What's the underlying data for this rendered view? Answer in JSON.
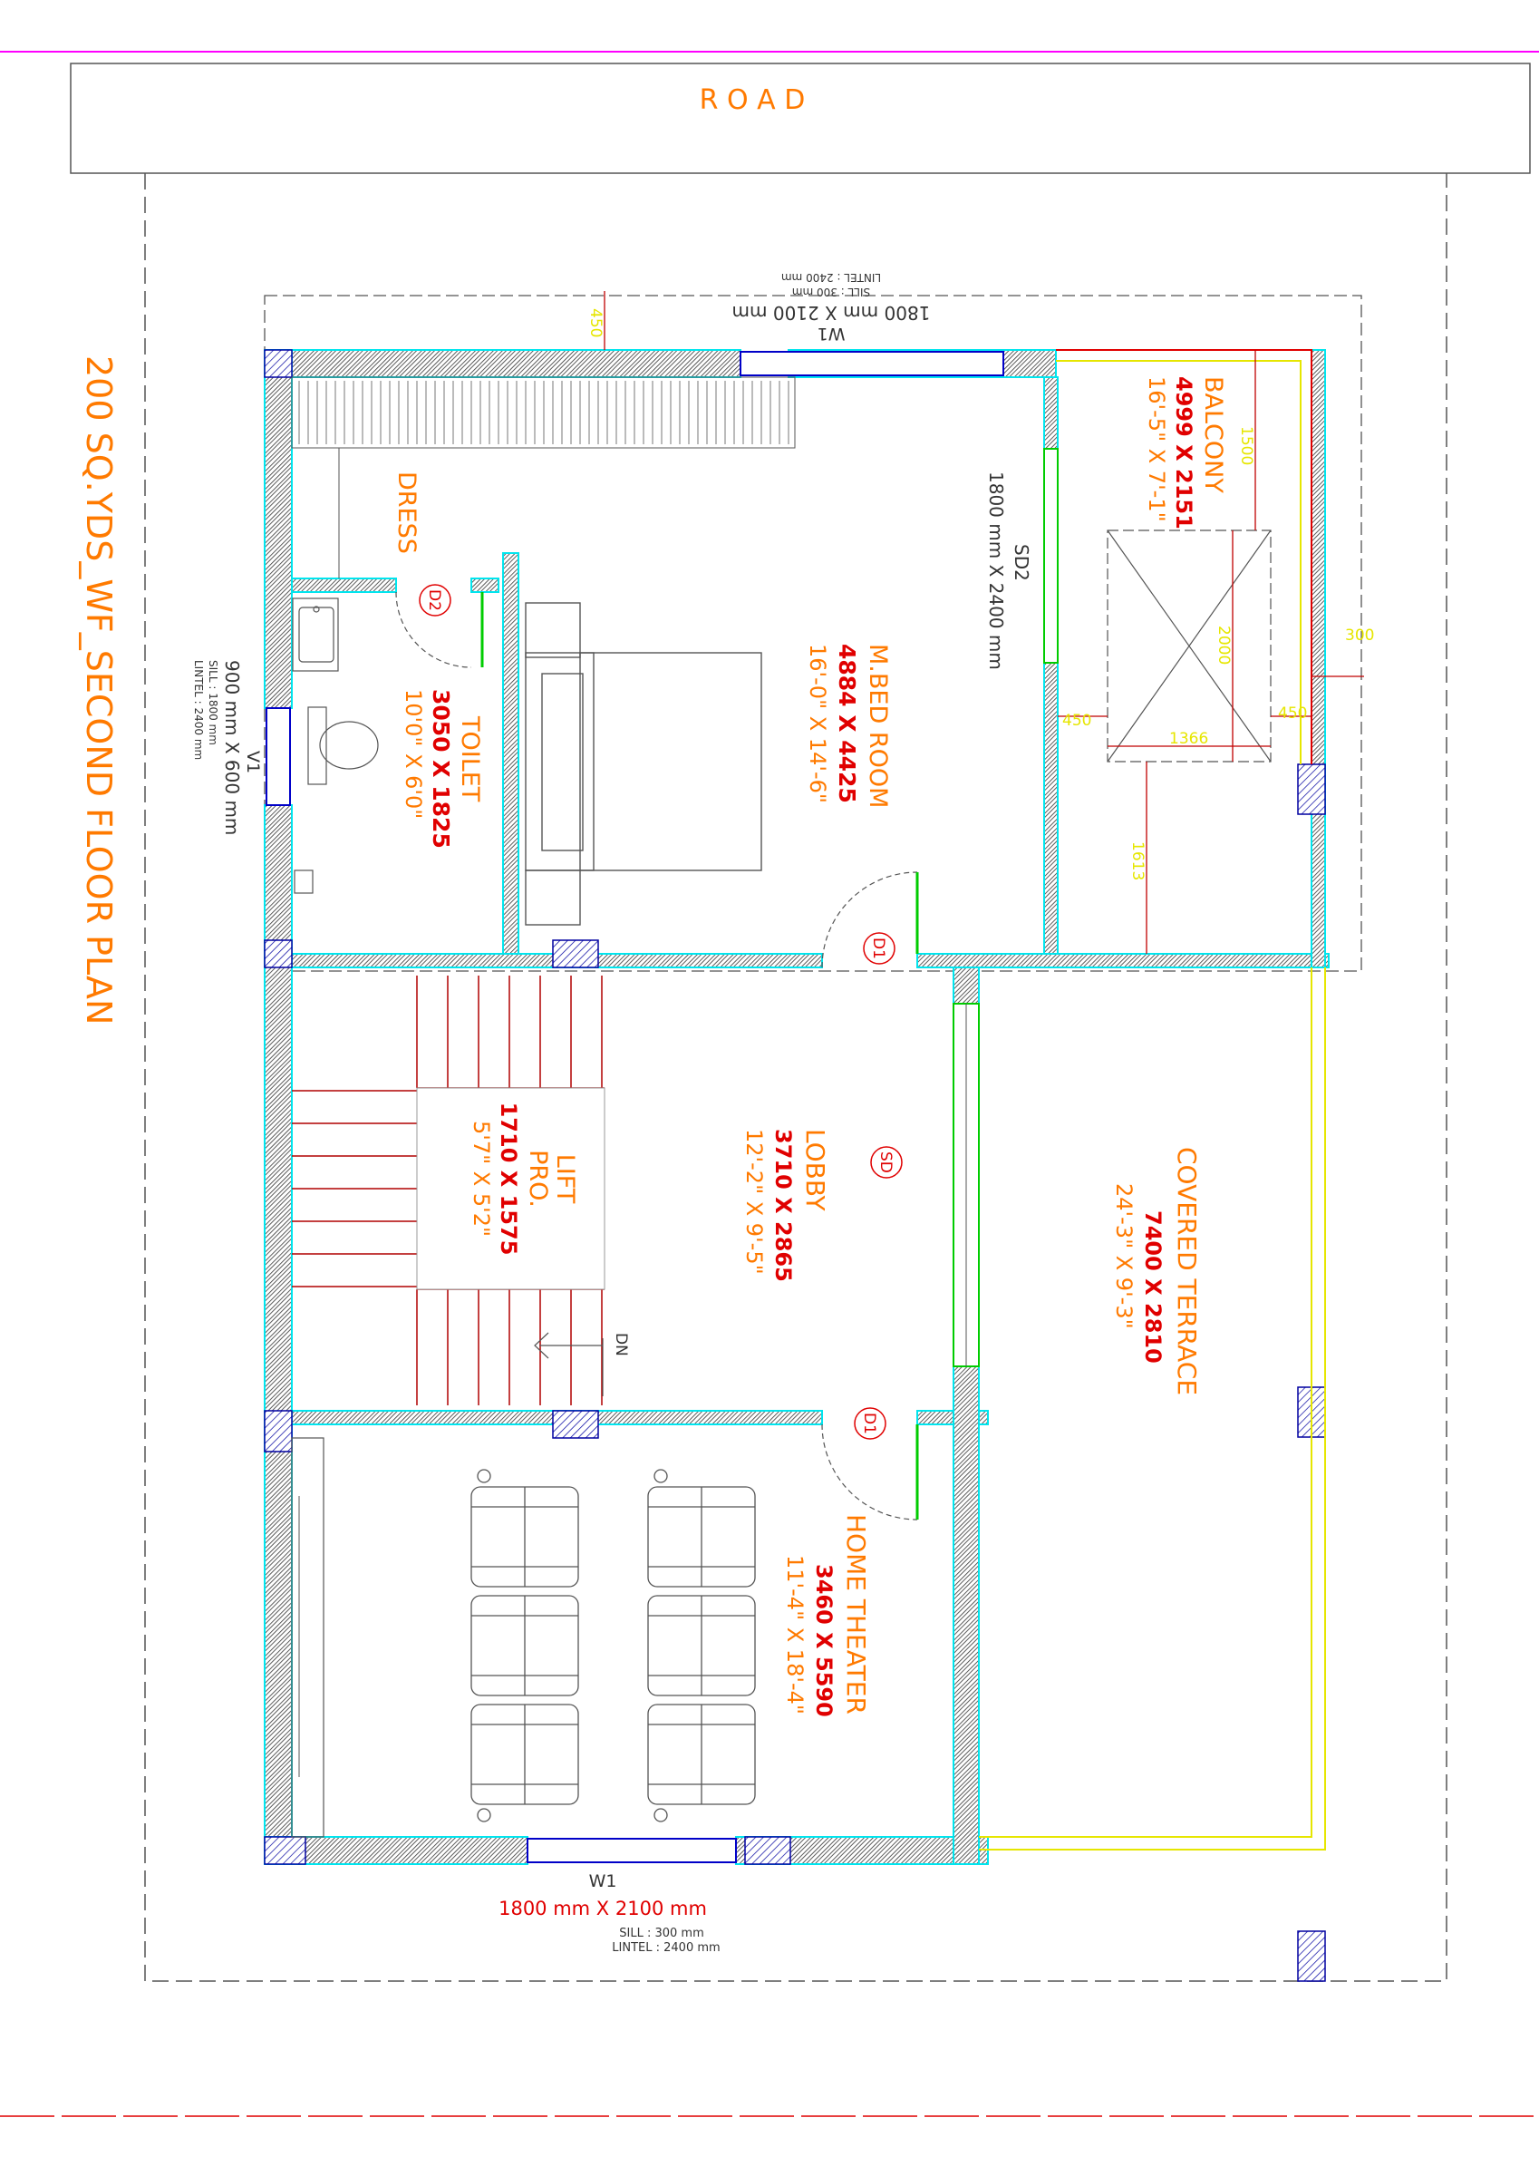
{
  "sheet": {
    "title": "200 SQ.YDS_WF_SECOND FLOOR PLAN",
    "road": "R O A D"
  },
  "colors": {
    "wall_outline": "#00e5ee",
    "wall_hatch": "#333333",
    "label_orange": "#ff7a00",
    "label_red": "#e00000",
    "dimension_yellow": "#e6e600",
    "window_blue": "#0000c8",
    "door_green": "#00cc00",
    "stair_red": "#b00000",
    "sheet_magenta": "#ff00ff"
  },
  "rooms": {
    "bed": {
      "name": "M.BED ROOM",
      "size_mm": "4884 X 4425",
      "size_ft": "16'-0\" X 14'-6\""
    },
    "toilet": {
      "name": "TOILET",
      "size_mm": "3050 X 1825",
      "size_ft": "10'0\" X 6'0\""
    },
    "dress": {
      "name": "DRESS"
    },
    "balcony": {
      "name": "BALCONY",
      "size_mm": "4999 X 2151",
      "size_ft": "16'-5\" X 7'-1\""
    },
    "lobby": {
      "name": "LOBBY",
      "size_mm": "3710 X 2865",
      "size_ft": "12'-2\" X 9'-5\""
    },
    "lift": {
      "name": "LIFT",
      "name2": "PRO.",
      "size_mm": "1710 X 1575",
      "size_ft": "5'7\" X 5'2\""
    },
    "terrace": {
      "name": "COVERED TERRACE",
      "size_mm": "7400 X 2810",
      "size_ft": "24'-3\" X 9'-3\""
    },
    "theater": {
      "name": "HOME THEATER",
      "size_mm": "3460 X 5590",
      "size_ft": "11'-4\" X 18'-4\""
    }
  },
  "openings": {
    "w1_top": {
      "tag": "W1",
      "size": "1800 mm X 2100 mm",
      "sill": "SILL   :  300 mm",
      "lintel": "LINTEL : 2400 mm"
    },
    "w1_bottom": {
      "tag": "W1",
      "size": "1800 mm X 2100 mm",
      "sill": "SILL   :  300 mm",
      "lintel": "LINTEL : 2400 mm"
    },
    "v1": {
      "tag": "V1",
      "size": "900 mm X 600 mm",
      "sill": "SILL  : 1800 mm",
      "lintel": "LINTEL : 2400 mm"
    },
    "sd2": {
      "tag": "SD2",
      "size": "1800 mm X 2400 mm"
    },
    "door_tags": {
      "d1": "D1",
      "d2": "D2",
      "sd": "SD"
    },
    "stair_dn": "DN"
  },
  "dimensions": {
    "d450_top": "450",
    "d1500": "1500",
    "d2000": "2000",
    "d1366": "1366",
    "d1613": "1613",
    "d450_left": "450",
    "d450_right": "450",
    "d300": "300"
  }
}
